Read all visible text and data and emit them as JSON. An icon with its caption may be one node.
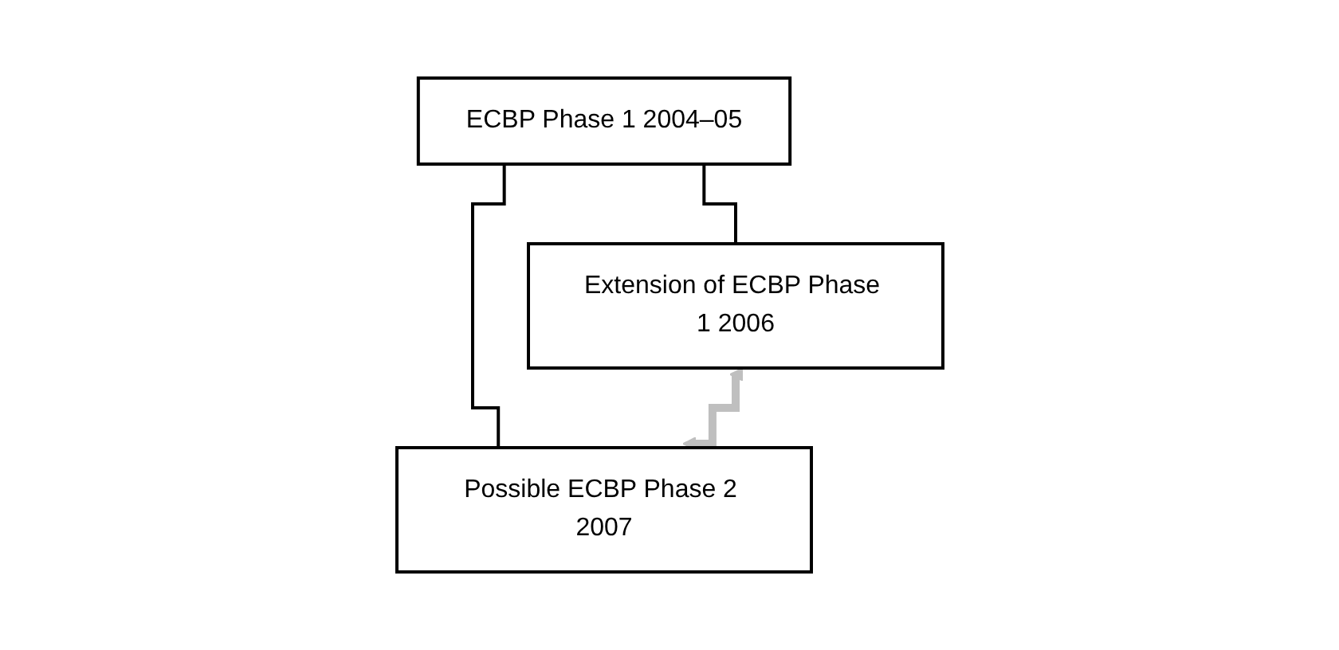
{
  "diagram": {
    "nodes": [
      {
        "text": [
          "ECBP Phase 1 2004–05"
        ]
      },
      {
        "text": [
          "Extension of ECBP Phase 1 2006"
        ]
      },
      {
        "text": [
          "Possible ECBP Phase 2 2007"
        ]
      }
    ],
    "edges": [
      {
        "from": 0,
        "to": 1,
        "arrow": "none"
      },
      {
        "from": 0,
        "to": 2,
        "arrow": "none"
      },
      {
        "from": 1,
        "to": 2,
        "arrow": "both",
        "style": "thick",
        "color": "#bfbfbf"
      }
    ]
  }
}
